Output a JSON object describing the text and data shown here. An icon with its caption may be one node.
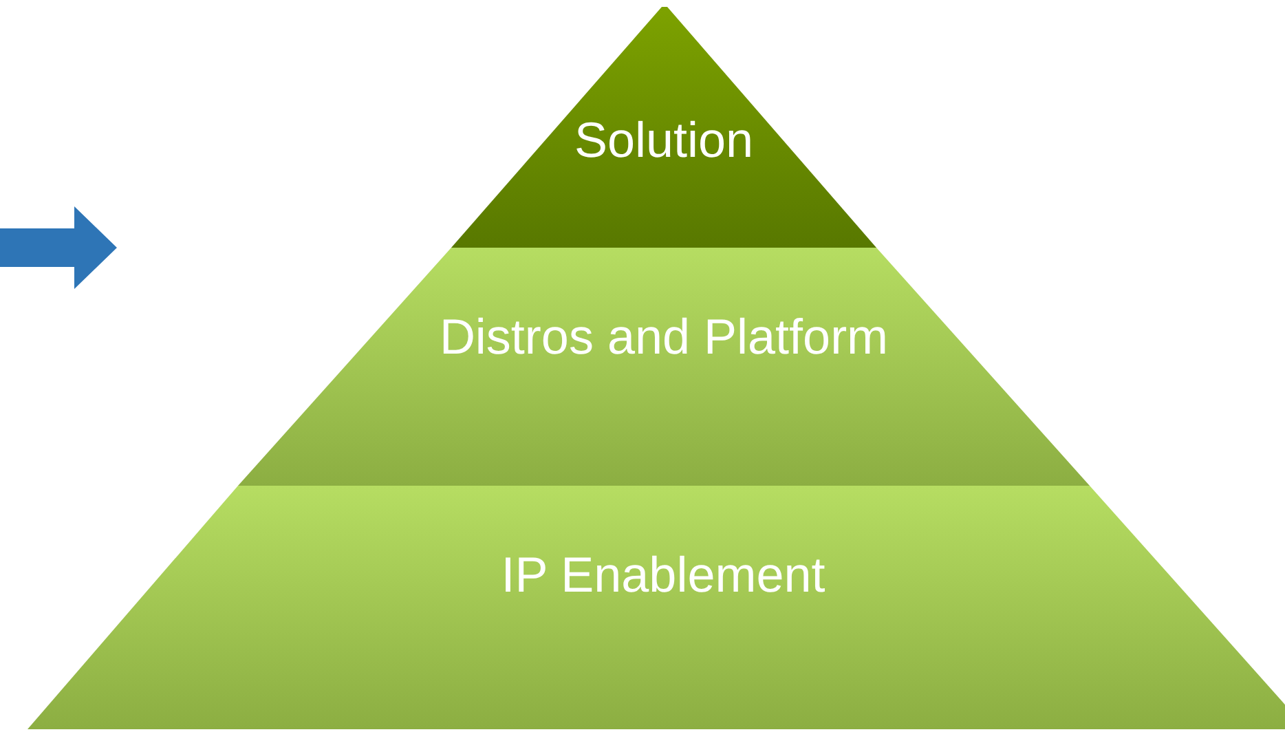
{
  "diagram": {
    "nodes": [
      {
        "text": [
          "Solution"
        ]
      },
      {
        "text": [
          "Distros and Platform"
        ]
      },
      {
        "text": [
          "IP Enablement"
        ]
      }
    ]
  }
}
